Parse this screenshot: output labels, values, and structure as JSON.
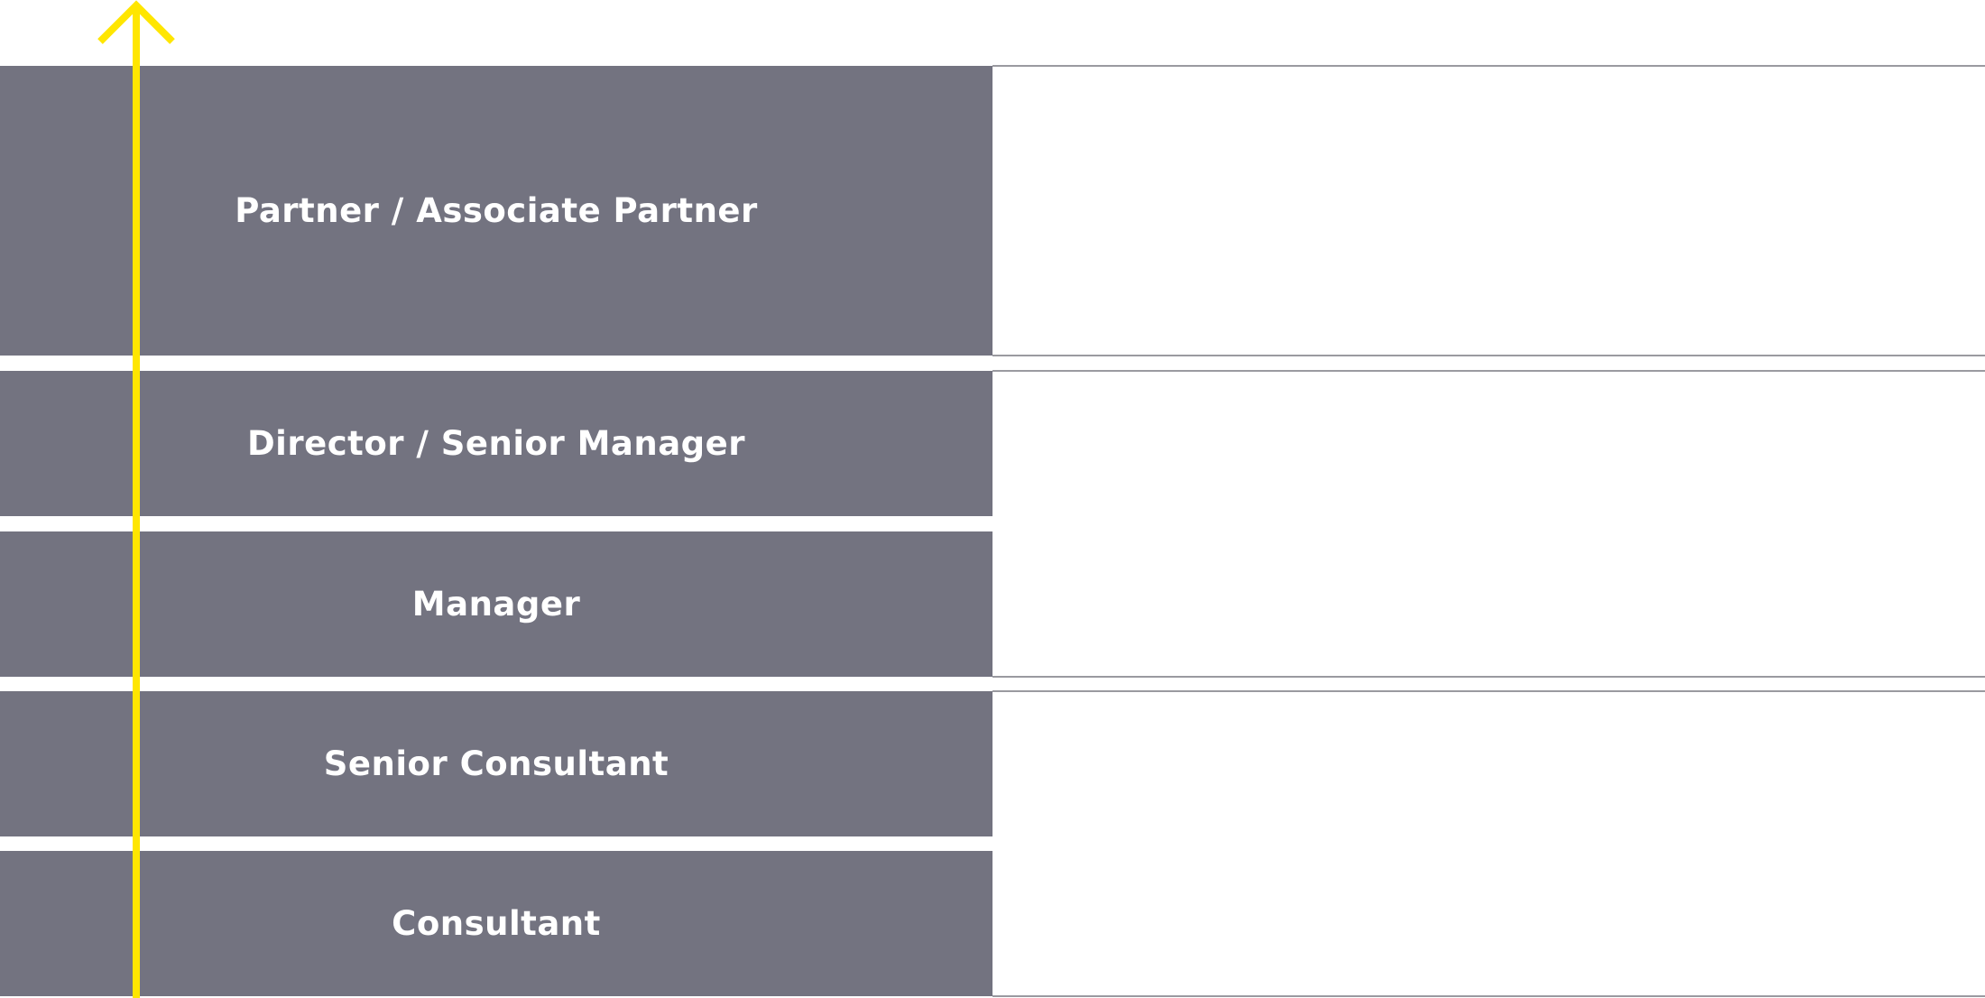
{
  "colors": {
    "box": "#737380",
    "text": "#ffffff",
    "arrow": "#ffe600",
    "rule": "#9a9aa0"
  },
  "career_levels": [
    {
      "label": "Partner / Associate Partner"
    },
    {
      "label": "Director / Senior Manager"
    },
    {
      "label": "Manager"
    },
    {
      "label": "Senior Consultant"
    },
    {
      "label": "Consultant"
    }
  ]
}
